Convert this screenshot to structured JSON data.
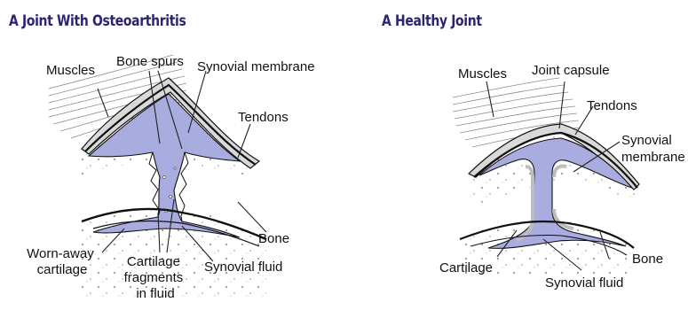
{
  "titles": {
    "osteoarthritis": "A Joint With Osteoarthritis",
    "healthy": "A Healthy Joint"
  },
  "labels_oa": {
    "muscles": "Muscles",
    "bone_spurs": "Bone spurs",
    "synovial_membrane": "Synovial membrane",
    "tendons": "Tendons",
    "bone": "Bone",
    "worn_away_cartilage": [
      "Worn-away",
      "cartilage"
    ],
    "cartilage_fragments": [
      "Cartilage",
      "fragments",
      "in fluid"
    ],
    "synovial_fluid": "Synovial fluid"
  },
  "labels_healthy": {
    "muscles": "Muscles",
    "joint_capsule": "Joint capsule",
    "tendons": "Tendons",
    "synovial_membrane": [
      "Synovial",
      "membrane"
    ],
    "bone": "Bone",
    "cartilage": "Cartilage",
    "synovial_fluid": "Synovial fluid"
  },
  "colors": {
    "title": "#2b2471",
    "fluid": "#a8acde",
    "membrane": "#d9d9d9",
    "outline": "#111111"
  }
}
